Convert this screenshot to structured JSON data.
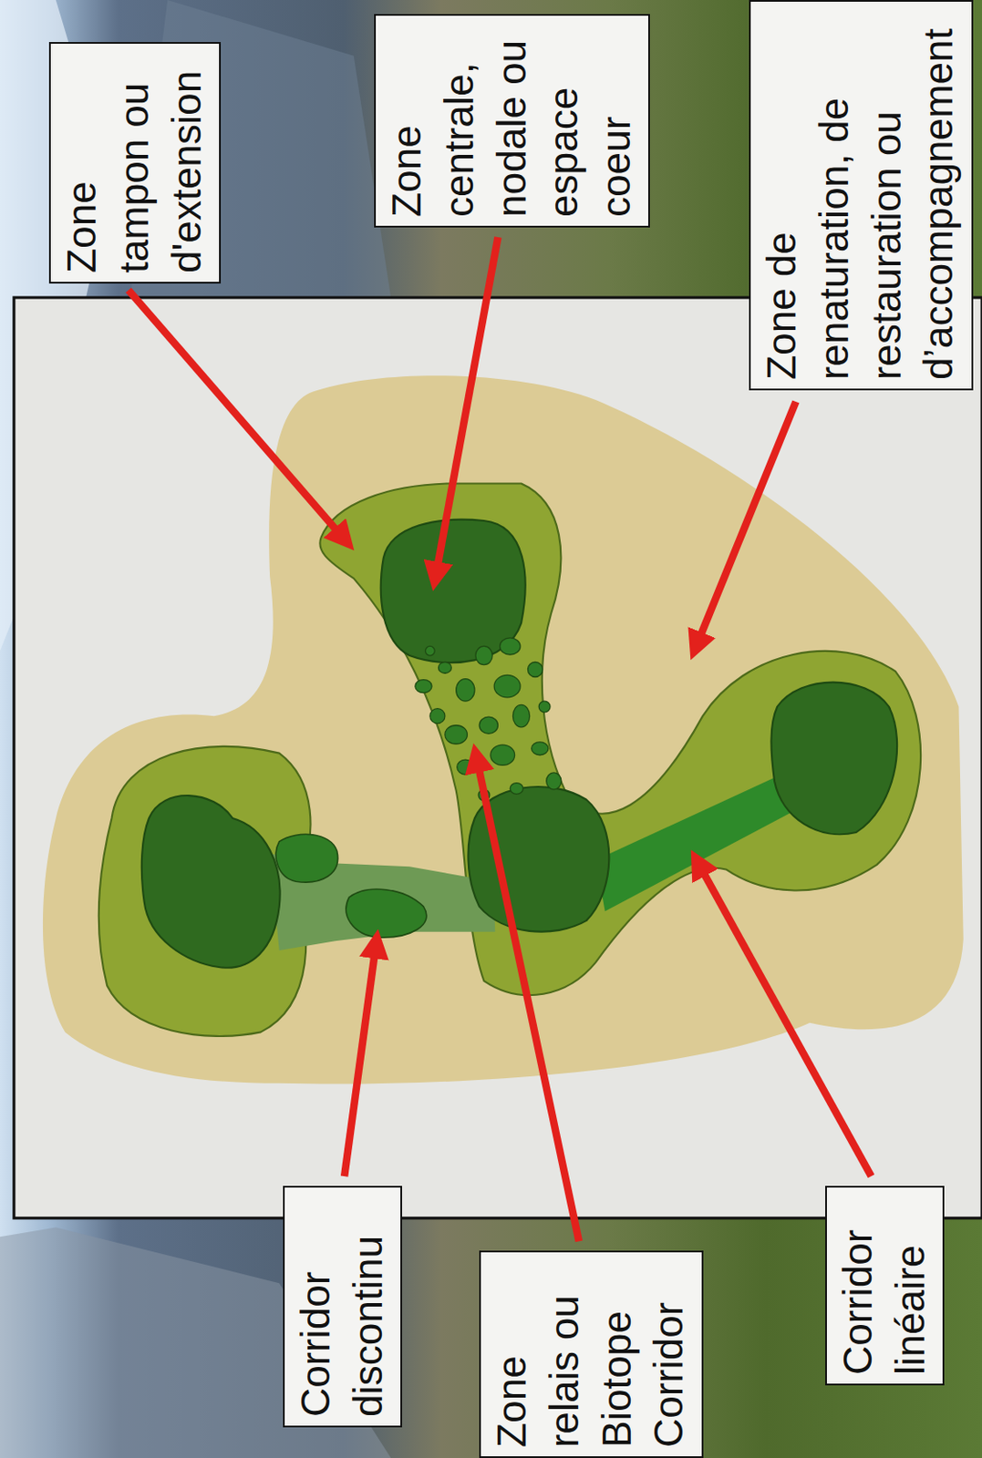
{
  "diagram": {
    "nodes": [
      {
        "text": [
          "Zone tampon ou d'extension"
        ]
      },
      {
        "text": [
          "Zone centrale, nodale ou espace coeur"
        ]
      },
      {
        "text": [
          "Zone de renaturation, de restauration ou d’accompagnement"
        ]
      },
      {
        "text": [
          "Corridor discontinu"
        ]
      },
      {
        "text": [
          "Zone relais ou Biotope Corridor"
        ]
      },
      {
        "text": [
          "Corridor linéaire"
        ]
      }
    ]
  }
}
